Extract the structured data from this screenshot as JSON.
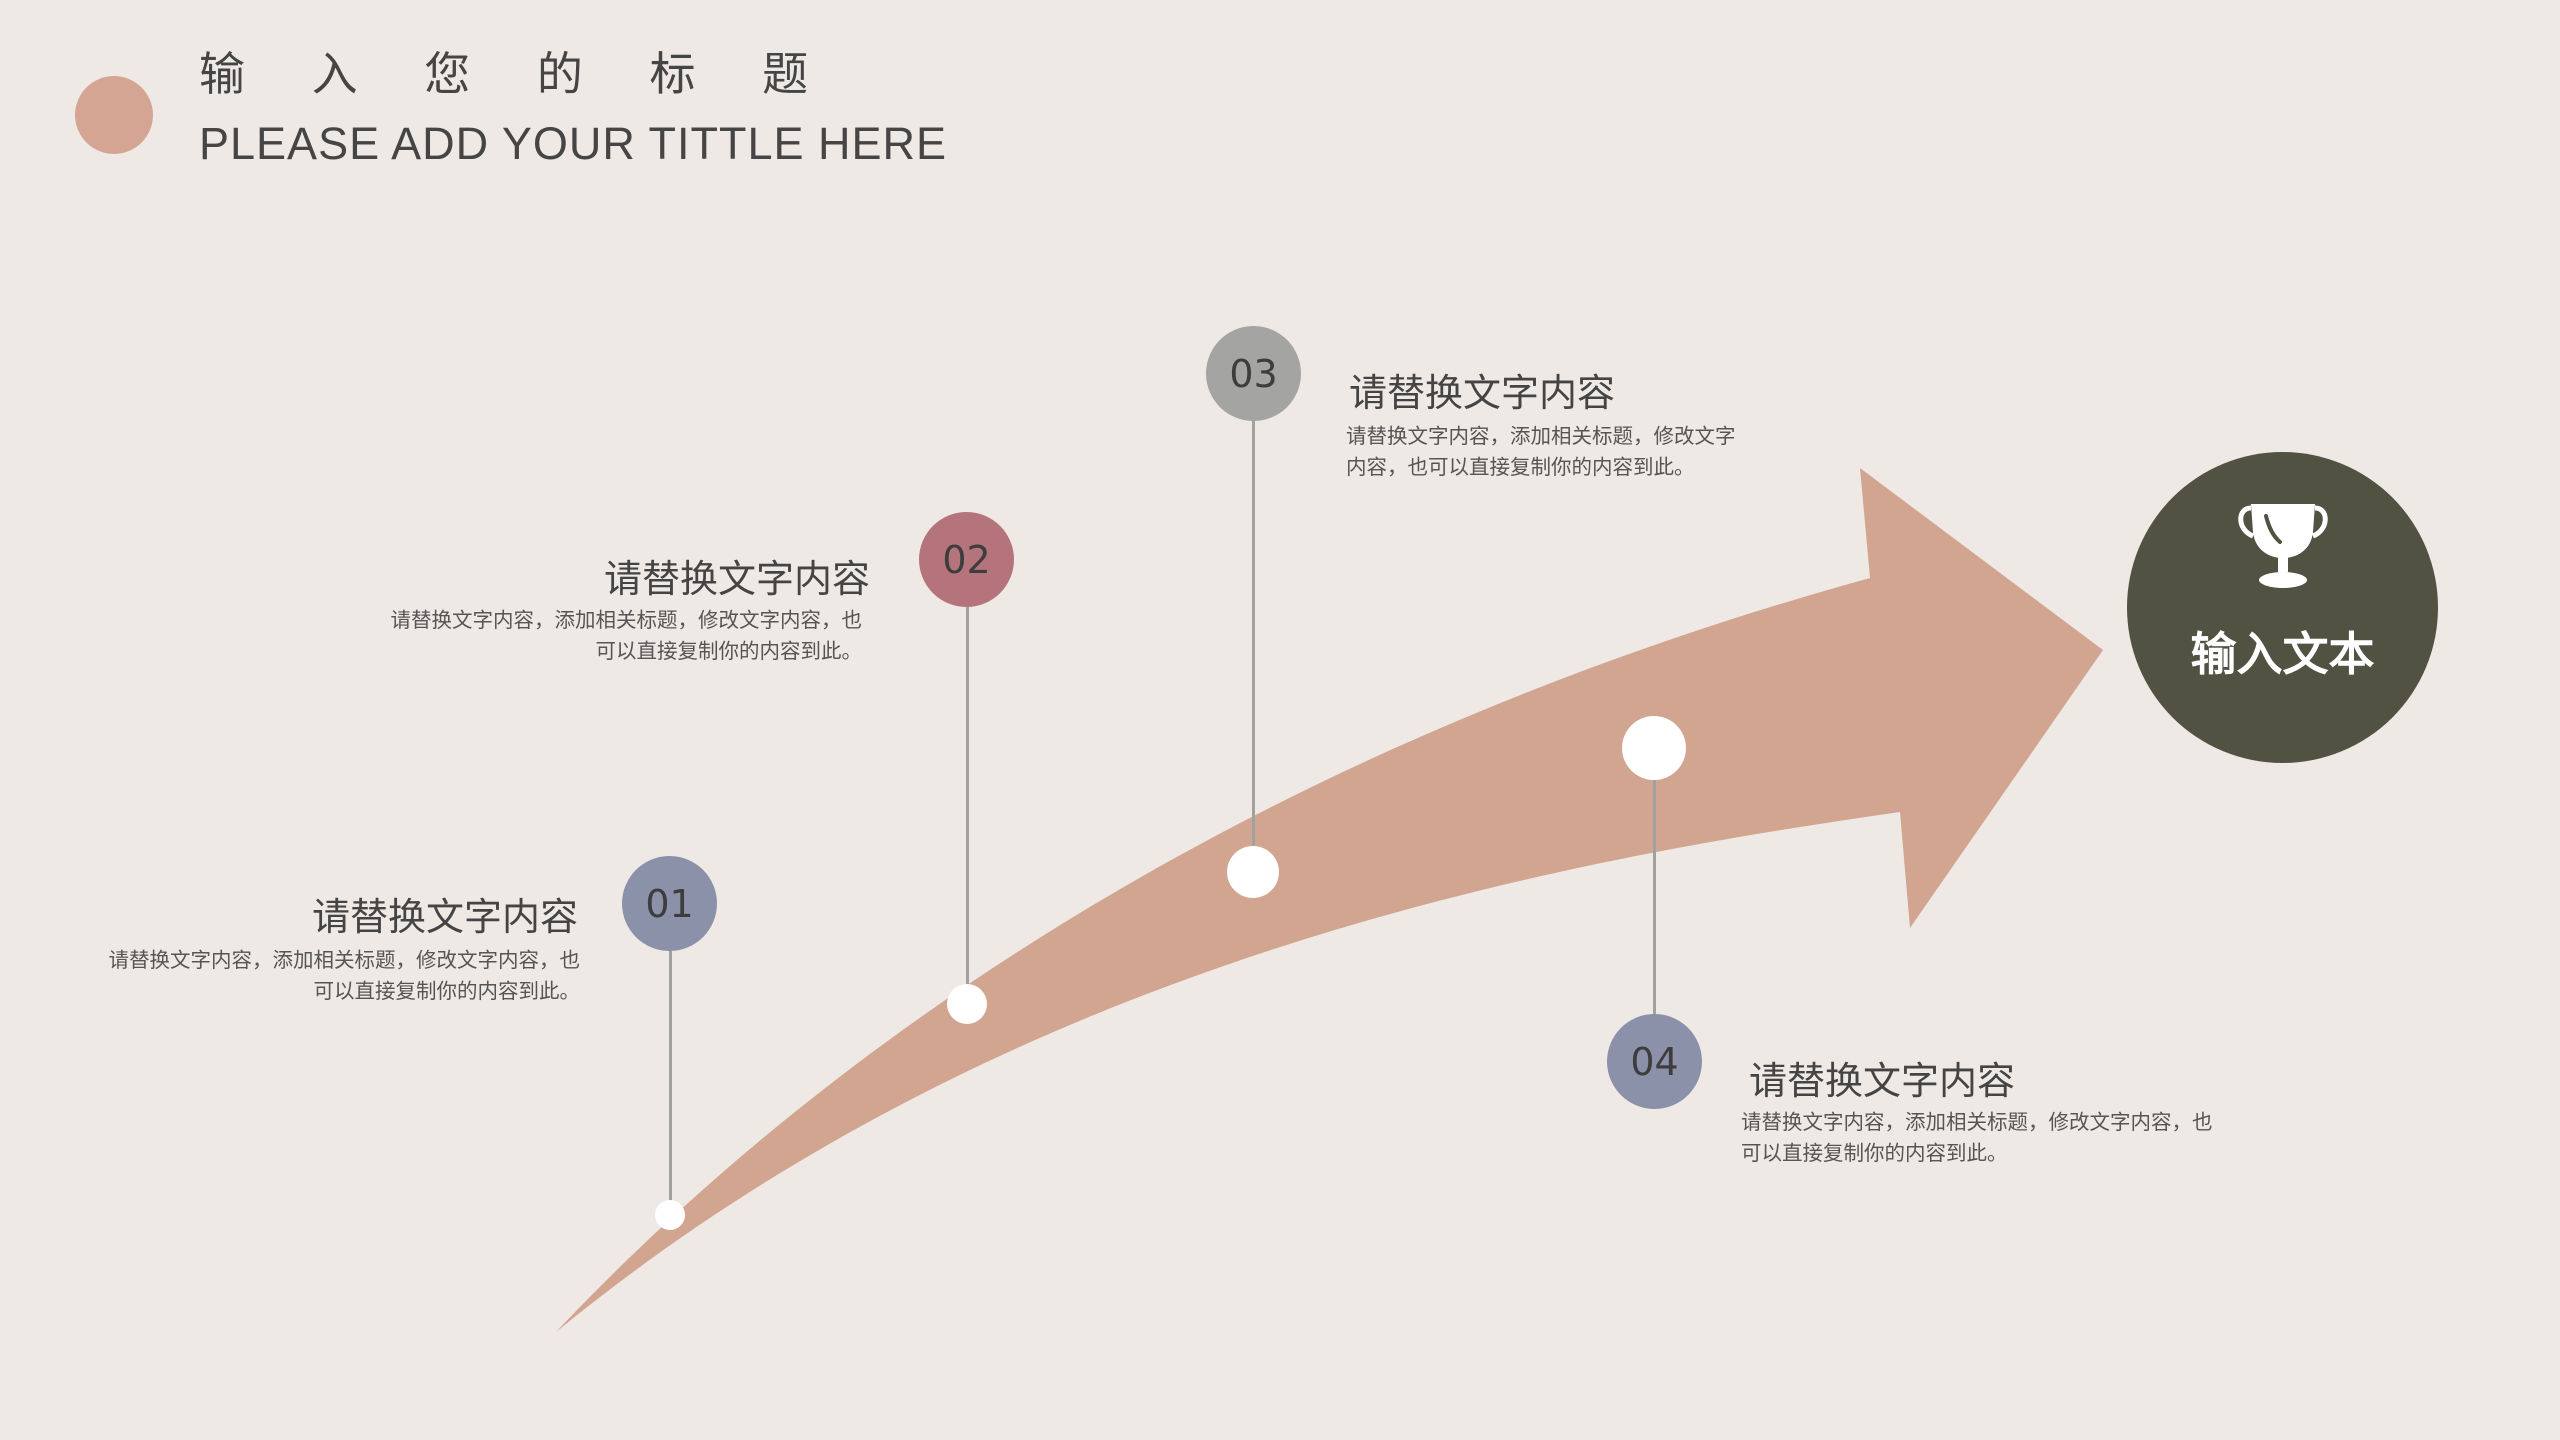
{
  "header": {
    "title_cn": "输 入 您 的 标 题",
    "title_en": "PLEASE ADD YOUR TITTLE HERE"
  },
  "steps": [
    {
      "number": "01",
      "title": "请替换文字内容",
      "desc_line1": "请替换文字内容，添加相关标题，修改文字内容，也",
      "desc_line2": "可以直接复制你的内容到此。"
    },
    {
      "number": "02",
      "title": "请替换文字内容",
      "desc_line1": "请替换文字内容，添加相关标题，修改文字内容，也",
      "desc_line2": "可以直接复制你的内容到此。"
    },
    {
      "number": "03",
      "title": "请替换文字内容",
      "desc_line1": "请替换文字内容，添加相关标题，修改文字",
      "desc_line2": "内容，也可以直接复制你的内容到此。"
    },
    {
      "number": "04",
      "title": "请替换文字内容",
      "desc_line1": "请替换文字内容，添加相关标题，修改文字内容，也",
      "desc_line2": "可以直接复制你的内容到此。"
    }
  ],
  "goal": {
    "label": "输入文本",
    "icon": "trophy-icon"
  },
  "colors": {
    "background": "#efe9e5",
    "arrow": "#d2a591",
    "accent_dot": "#d5a593",
    "step1": "#8a91a8",
    "step2": "#b5737b",
    "step3": "#a4a4a3",
    "step4": "#8a91a8",
    "goal": "#525243"
  }
}
